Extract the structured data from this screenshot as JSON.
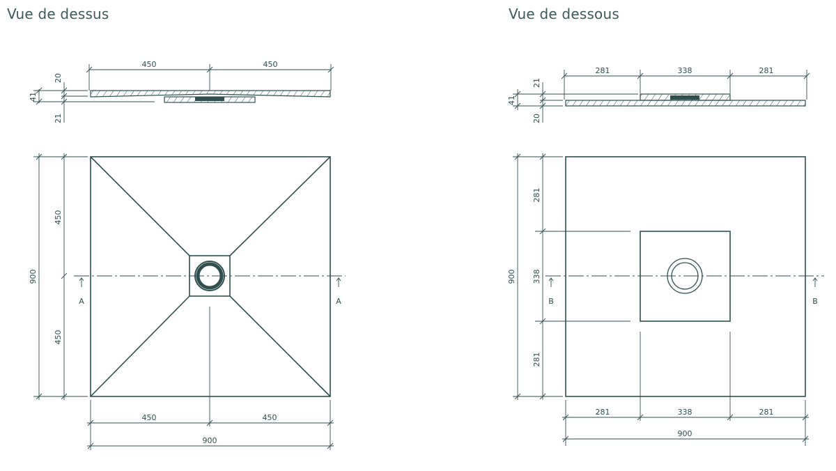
{
  "views": {
    "top": {
      "title": "Vue de dessus"
    },
    "bottom": {
      "title": "Vue de dessous"
    }
  },
  "dims": {
    "top_section_h1": "450",
    "top_section_h2": "450",
    "top_section_v1": "20",
    "top_section_v2": "41",
    "top_section_v3": "21",
    "top_plan_v_total": "900",
    "top_plan_v1": "450",
    "top_plan_v2": "450",
    "top_plan_h1": "450",
    "top_plan_h2": "450",
    "top_plan_h_total": "900",
    "top_section_mark_left": "A",
    "top_section_mark_right": "A",
    "bottom_section_h1": "281",
    "bottom_section_h2": "338",
    "bottom_section_h3": "281",
    "bottom_section_v1": "21",
    "bottom_section_v2": "41",
    "bottom_section_v3": "20",
    "bottom_plan_v_total": "900",
    "bottom_plan_v1": "281",
    "bottom_plan_v2": "338",
    "bottom_plan_v3": "281",
    "bottom_plan_h1": "281",
    "bottom_plan_h2": "338",
    "bottom_plan_h3": "281",
    "bottom_plan_h_total": "900",
    "bottom_section_mark_left": "B",
    "bottom_section_mark_right": "B"
  },
  "colors": {
    "ink": "#2f4f4f",
    "title": "#3d5a5a"
  }
}
